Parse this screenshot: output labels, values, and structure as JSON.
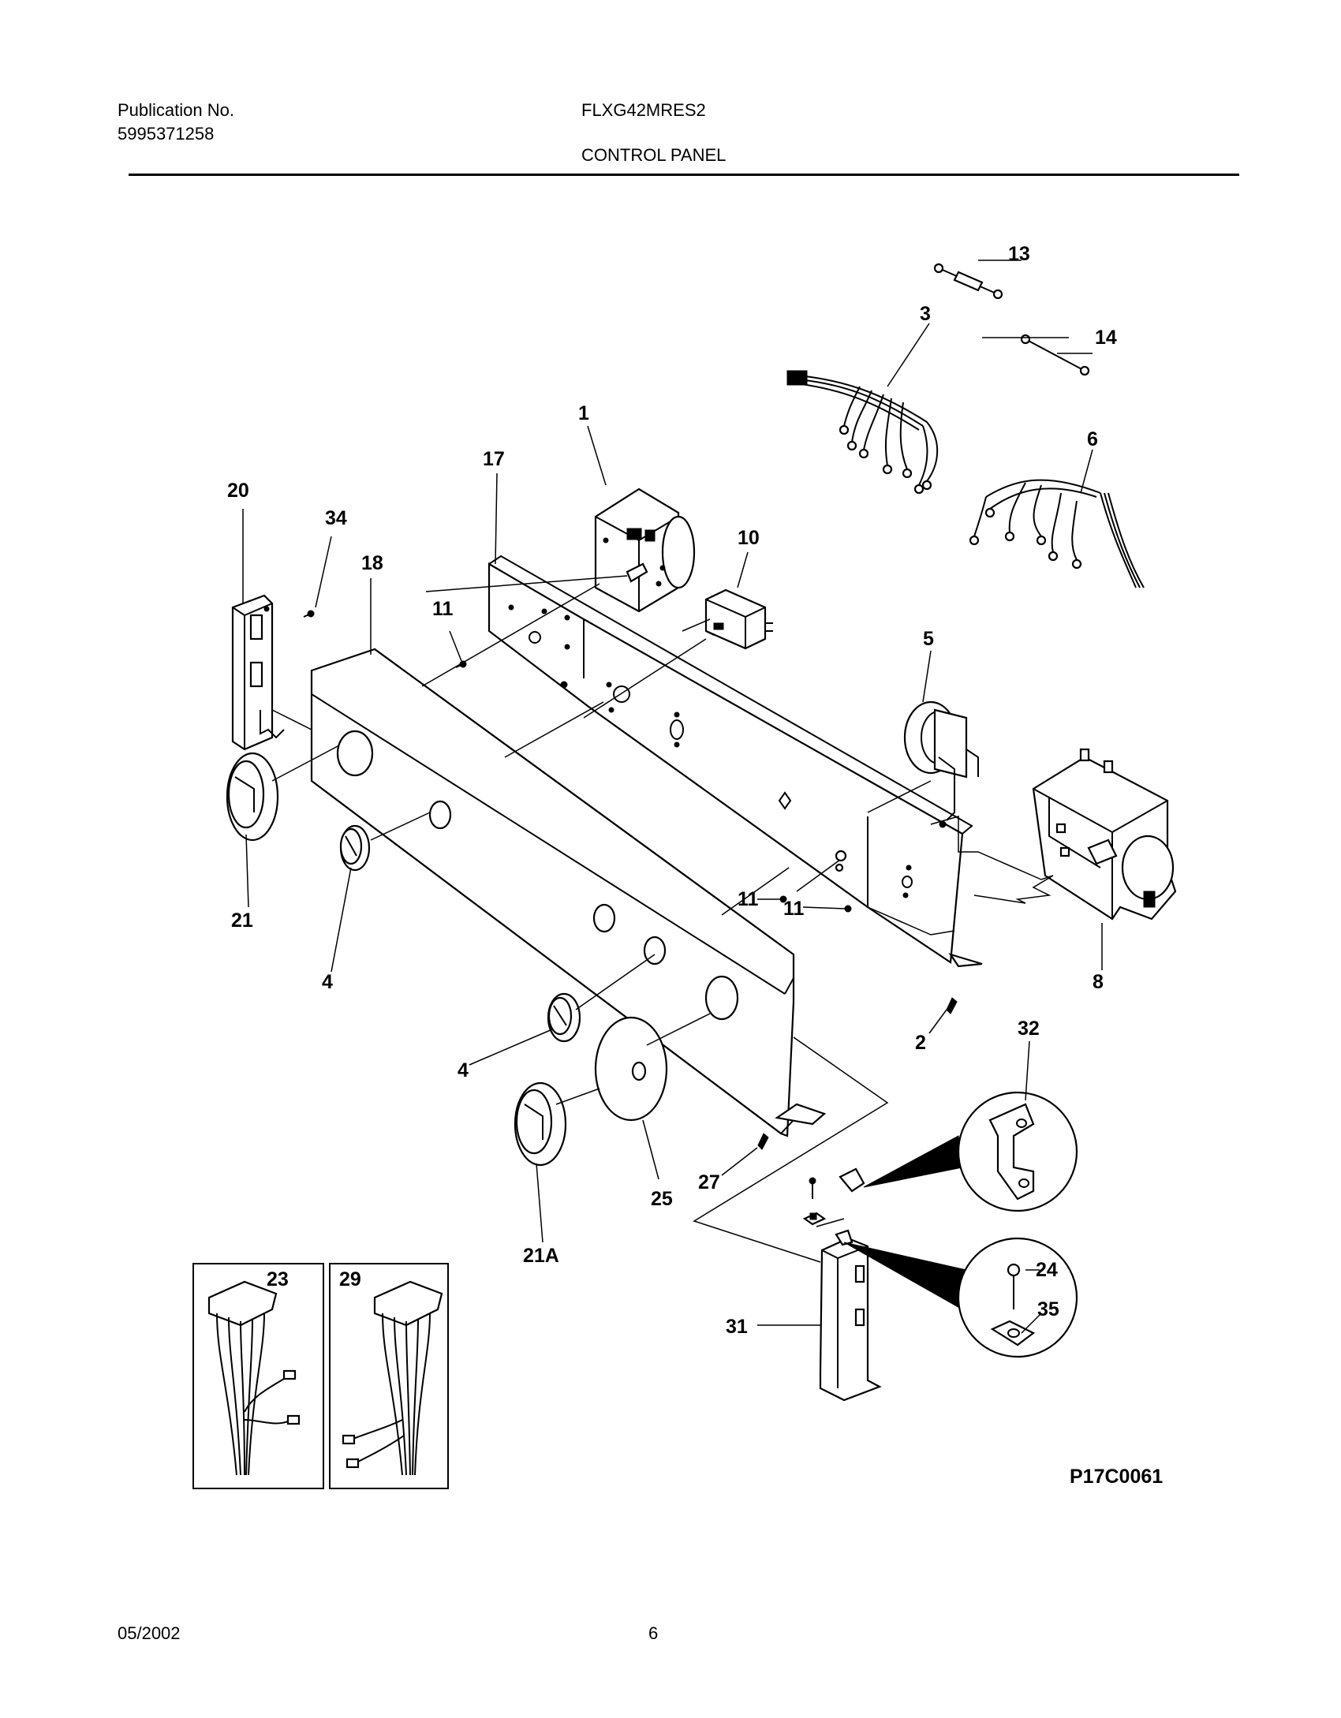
{
  "header": {
    "publication_label": "Publication No.",
    "publication_number": "5995371258",
    "model": "FLXG42MRES2",
    "section": "CONTROL PANEL"
  },
  "diagram": {
    "code": "P17C0061",
    "callouts": {
      "c1": "1",
      "c2": "2",
      "c3": "3",
      "c4a": "4",
      "c4b": "4",
      "c5": "5",
      "c6": "6",
      "c8": "8",
      "c10": "10",
      "c11a": "11",
      "c11b": "11",
      "c11c": "11",
      "c13": "13",
      "c14": "14",
      "c17": "17",
      "c18": "18",
      "c20": "20",
      "c21": "21",
      "c21a": "21A",
      "c23": "23",
      "c24": "24",
      "c25": "25",
      "c27": "27",
      "c29": "29",
      "c31": "31",
      "c32": "32",
      "c34": "34",
      "c35": "35"
    }
  },
  "footer": {
    "date": "05/2002",
    "page": "6"
  }
}
